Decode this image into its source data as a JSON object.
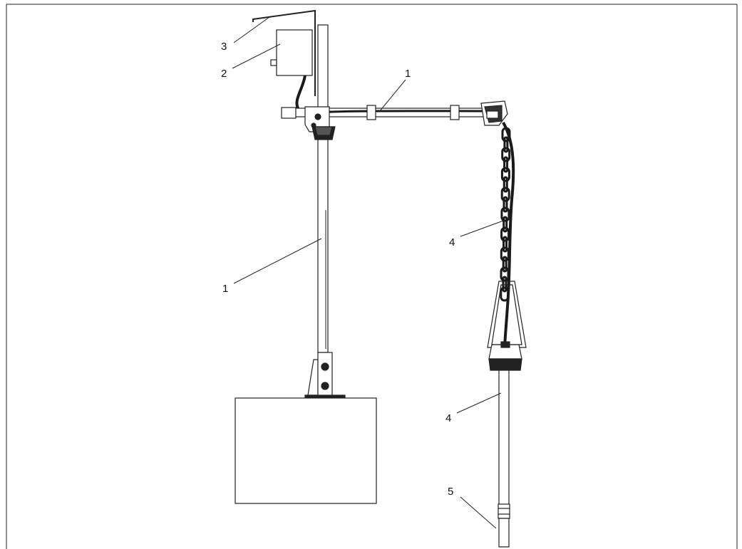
{
  "colors": {
    "line": "#222222",
    "cable": "#1a1a1a",
    "background": "#ffffff"
  },
  "callouts": [
    {
      "id": "c3",
      "label": "3",
      "refers_to": "cover-plate"
    },
    {
      "id": "c2",
      "label": "2",
      "refers_to": "mounting-housing"
    },
    {
      "id": "c1a",
      "label": "1",
      "refers_to": "horizontal-arm"
    },
    {
      "id": "c1b",
      "label": "1",
      "refers_to": "vertical-post"
    },
    {
      "id": "c4a",
      "label": "4",
      "refers_to": "chain"
    },
    {
      "id": "c4b",
      "label": "4",
      "refers_to": "probe-tube"
    },
    {
      "id": "c5",
      "label": "5",
      "refers_to": "probe-tip"
    }
  ]
}
